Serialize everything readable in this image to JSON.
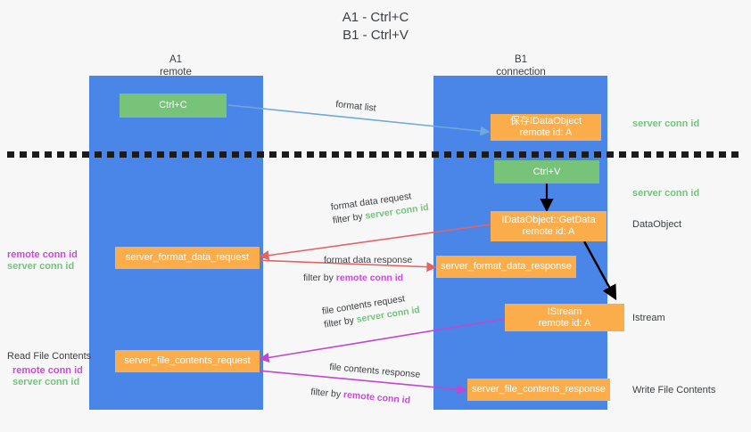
{
  "title": {
    "line1": "A1 - Ctrl+C",
    "line2": "B1 - Ctrl+V"
  },
  "columns": [
    {
      "name": "A1",
      "sub": "remote"
    },
    {
      "name": "B1",
      "sub": "connection"
    }
  ],
  "boxes": {
    "ctrl_c": {
      "label": "Ctrl+C"
    },
    "ctrl_v": {
      "label": "Ctrl+V"
    },
    "idataobject": {
      "line1": "保存IDataObject",
      "line2": "remote id: A"
    },
    "getdata": {
      "line1": "IDataObject::GetData",
      "line2": "remote id: A"
    },
    "istream": {
      "line1": "IStream",
      "line2": "remote id: A"
    },
    "server_format_data_request": {
      "label": "server_format_data_request"
    },
    "server_format_data_response": {
      "label": "server_format_data_response"
    },
    "server_file_contents_request": {
      "label": "server_file_contents_request"
    },
    "server_file_contents_response": {
      "label": "server_file_contents_response"
    }
  },
  "flows": {
    "format_list": "format list",
    "format_data_request": "format data request",
    "format_data_response": "format data response",
    "file_contents_request": "file contents request",
    "file_contents_response": "file contents response",
    "filter_by": "filter by ",
    "server_conn_id": "server conn id",
    "remote_conn_id": "remote conn id"
  },
  "annotations": {
    "server_conn_id_top": "server conn id",
    "server_conn_id_mid": "server conn id",
    "dataobject": "DataObject",
    "istream": "Istream",
    "write_file_contents": "Write File Contents",
    "read_file_contents": "Read File Contents",
    "remote_conn_id": "remote conn id",
    "server_conn_id": "server conn id"
  },
  "colors": {
    "lane": "#4a86e8",
    "green_box": "#76c379",
    "orange_box": "#fbad4b",
    "green_text": "#74c47d",
    "magenta_text": "#c74bd8",
    "arrow_blue": "#6fa8dc",
    "arrow_red": "#e06666",
    "arrow_magenta": "#c246d0",
    "arrow_black": "#000000"
  }
}
